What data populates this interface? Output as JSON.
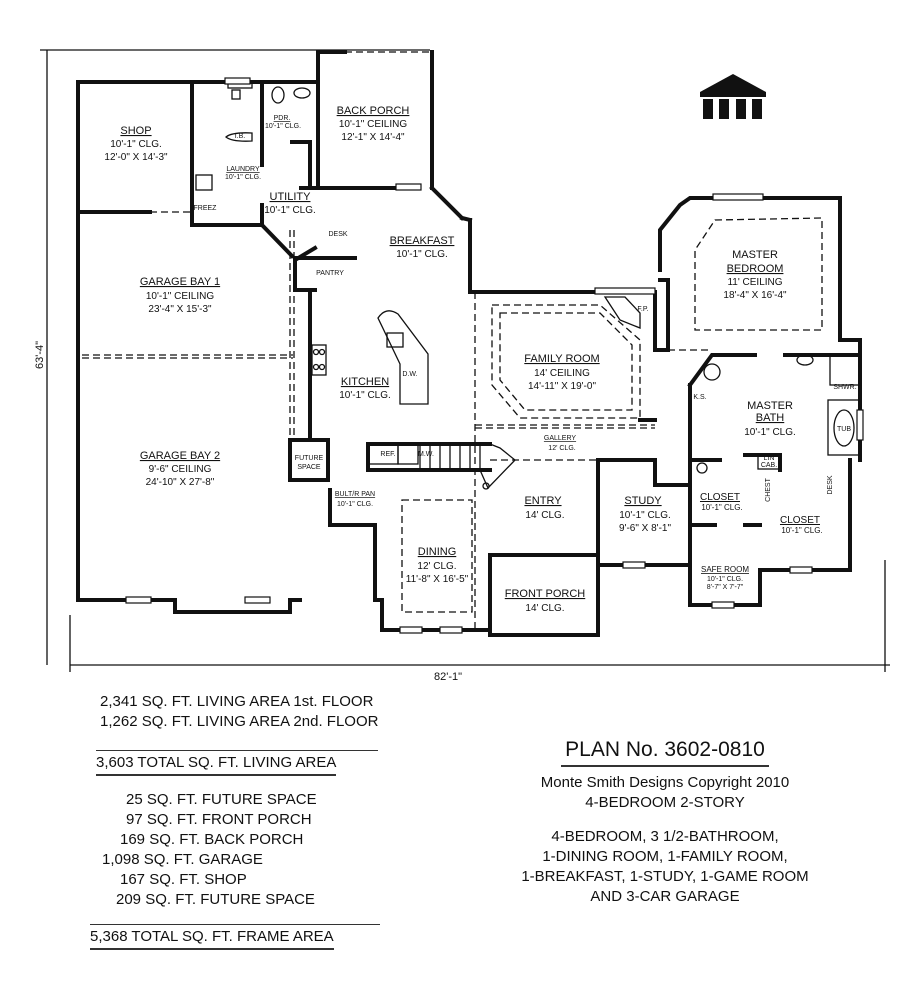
{
  "dimensions": {
    "width": "82'-1\"",
    "depth": "63'-4\""
  },
  "rooms": {
    "shop": {
      "name": "SHOP",
      "ceiling": "10'-1\" CLG.",
      "size": "12'-0\" X 14'-3\""
    },
    "laundry": {
      "name": "LAUNDRY",
      "ceiling": "10'-1\" CLG."
    },
    "pdr": {
      "name": "PDR.",
      "ceiling": "10'-1\" CLG."
    },
    "ib": "I.B.",
    "freez": "FREEZ",
    "back_porch": {
      "name": "BACK PORCH",
      "ceiling": "10'-1\" CEILING",
      "size": "12'-1\" X 14'-4\""
    },
    "utility": {
      "name": "UTILITY",
      "ceiling": "10'-1\" CLG."
    },
    "desk_bk": "DESK",
    "breakfast": {
      "name": "BREAKFAST",
      "ceiling": "10'-1\" CLG."
    },
    "pantry": "PANTRY",
    "garage_bay_1": {
      "name": "GARAGE BAY 1",
      "ceiling": "10'-1\" CEILING",
      "size": "23'-4\" X 15'-3\""
    },
    "garage_bay_2": {
      "name": "GARAGE BAY 2",
      "ceiling": "9'-6\" CEILING",
      "size": "24'-10\" X 27'-8\""
    },
    "kitchen": {
      "name": "KITCHEN",
      "ceiling": "10'-1\" CLG."
    },
    "dw": "D.W.",
    "refr": "REF.",
    "mw": "M.W.",
    "future_space": {
      "line1": "FUTURE",
      "line2": "SPACE"
    },
    "butlr_pan": {
      "name": "BULT/R PAN",
      "ceiling": "10'-1\" CLG."
    },
    "dining": {
      "name": "DINING",
      "ceiling": "12' CLG.",
      "size": "11'-8\" X 16'-5\""
    },
    "family_room": {
      "name": "FAMILY ROOM",
      "ceiling": "14' CEILING",
      "size": "14'-11\" X 19'-0\""
    },
    "fp": "F.P.",
    "gallery": {
      "name": "GALLERY",
      "ceiling": "12' CLG."
    },
    "entry": {
      "name": "ENTRY",
      "ceiling": "14' CLG."
    },
    "study": {
      "name": "STUDY",
      "ceiling": "10'-1\" CLG.",
      "size": "9'-6\" X 8'-1\""
    },
    "front_porch": {
      "name": "FRONT PORCH",
      "ceiling": "14' CLG."
    },
    "master_bedroom": {
      "line1": "MASTER",
      "line2": "BEDROOM",
      "ceiling": "11' CEILING",
      "size": "18'-4\" X 16'-4\""
    },
    "master_bath": {
      "line1": "MASTER",
      "line2": "BATH",
      "ceiling": "10'-1\" CLG."
    },
    "ks": "K.S.",
    "shwr": "SHWR.",
    "tub": "TUB",
    "lin_cab": {
      "line1": "LIN",
      "line2": "CAB."
    },
    "chest": "CHEST",
    "desk_closet": "DESK",
    "closet_left": {
      "name": "CLOSET",
      "ceiling": "10'-1\" CLG."
    },
    "closet_right": {
      "name": "CLOSET",
      "ceiling": "10'-1\" CLG."
    },
    "safe_room": {
      "name": "SAFE ROOM",
      "ceiling": "10'-1\" CLG.",
      "size": "8'-7\" X 7'-7\""
    }
  },
  "areas": {
    "living": [
      "2,341 SQ. FT. LIVING AREA 1st. FLOOR",
      "1,262 SQ. FT. LIVING AREA 2nd. FLOOR"
    ],
    "total_living": "3,603 TOTAL SQ. FT. LIVING AREA",
    "other": [
      "25 SQ. FT. FUTURE SPACE",
      "97 SQ. FT. FRONT PORCH",
      "169 SQ. FT. BACK PORCH",
      "1,098 SQ. FT. GARAGE",
      "167 SQ. FT. SHOP",
      "209 SQ. FT. FUTURE SPACE"
    ],
    "total_frame": "5,368 TOTAL SQ. FT. FRAME AREA"
  },
  "plan": {
    "number": "PLAN No. 3602-0810",
    "copyright": "Monte Smith Designs Copyright 2010",
    "type": "4-BEDROOM 2-STORY",
    "features": [
      "4-BEDROOM, 3 1/2-BATHROOM,",
      "1-DINING ROOM, 1-FAMILY ROOM,",
      "1-BREAKFAST, 1-STUDY, 1-GAME ROOM",
      "AND 3-CAR GARAGE"
    ]
  },
  "logo_icon": "columned-house-logo"
}
